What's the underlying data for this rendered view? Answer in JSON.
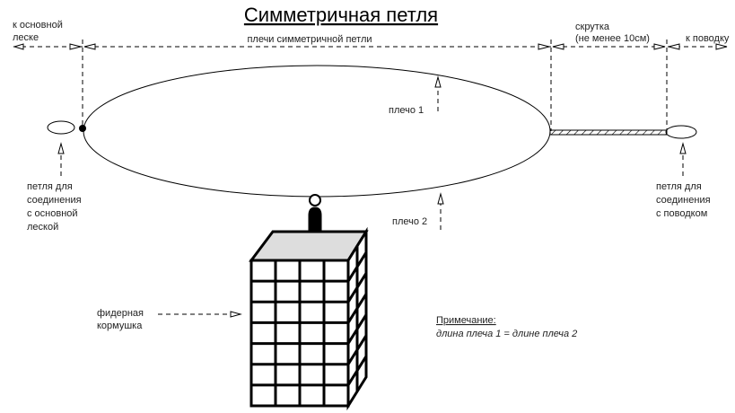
{
  "title": "Симметричная петля",
  "labels": {
    "to_main_line": [
      "к основной",
      "леске"
    ],
    "arms": "плечи симметричной петли",
    "twist": [
      "скрутка",
      "(не менее 10см)"
    ],
    "to_leader": "к поводку",
    "arm1": "плечо 1",
    "arm2": "плечо 2",
    "left_loop": [
      "петля для",
      "соединения",
      "с основной",
      "леской"
    ],
    "right_loop": [
      "петля для",
      "соединения",
      "с поводком"
    ],
    "feeder": [
      "фидерная",
      "кормушка"
    ]
  },
  "note": {
    "heading": "Примечание:",
    "text": "длина плеча 1 = длине плеча 2"
  }
}
